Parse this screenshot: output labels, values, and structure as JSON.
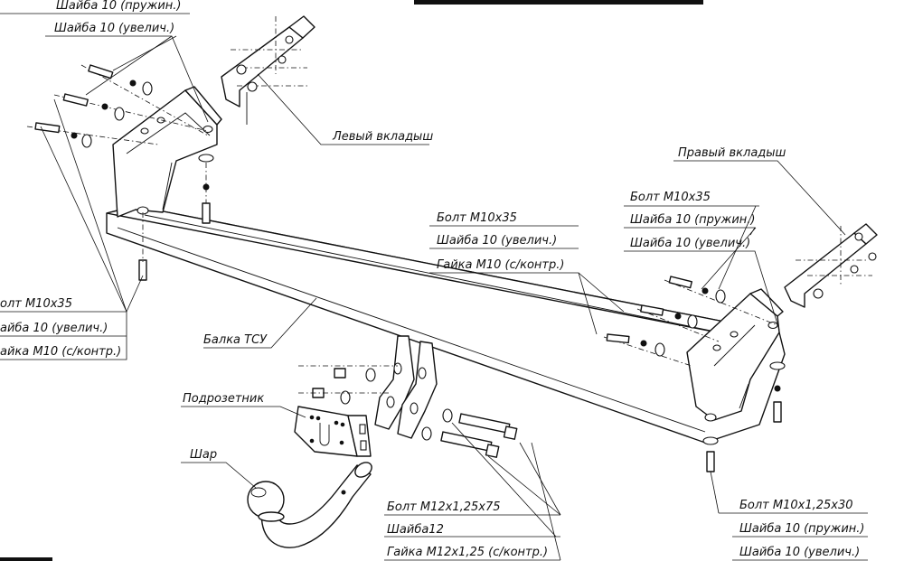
{
  "labels": {
    "top_spring_washer": "Шайба 10 (пружин.)",
    "top_wide_washer": "Шайба 10 (увелич.)",
    "left_insert": "Левый вкладыш",
    "right_insert": "Правый вкладыш",
    "right_bolt": "Болт М10х35",
    "right_spring_washer": "Шайба 10 (пружин.)",
    "right_wide_washer": "Шайба 10 (увелич.)",
    "mid_bolt": "Болт М10х35",
    "mid_wide_washer": "Шайба 10 (увелич.)",
    "mid_nut": "Гайка М10 (с/контр.)",
    "left_bolt": "олт М10х35",
    "left_wide_washer": "айба 10 (увелич.)",
    "left_nut": "айка М10 (с/контр.)",
    "beam": "Балка ТСУ",
    "socket_bracket": "Подрозетник",
    "ball": "Шар",
    "ball_bolt": "Болт М12х1,25х75",
    "ball_washer": "Шайба12",
    "ball_nut": "Гайка М12х1,25 (с/контр.)",
    "bottom_bolt": "Болт М10х1,25х30",
    "bottom_spring_washer": "Шайба 10 (пружин.)",
    "bottom_wide_washer": "Шайба 10 (увелич.)"
  }
}
